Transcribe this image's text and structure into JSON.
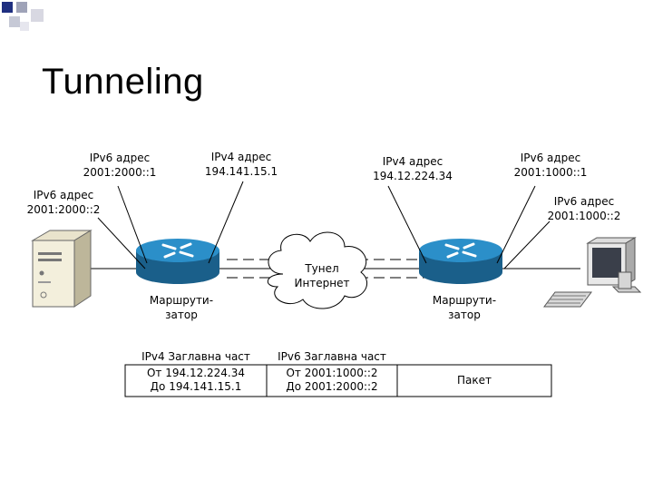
{
  "slide": {
    "title": "Tunneling"
  },
  "labels": {
    "left_ipv6_upper": [
      "IPv6 адрес",
      "2001:2000::1"
    ],
    "left_ipv6_lower": [
      "IPv6 адрес",
      "2001:2000::2"
    ],
    "left_ipv4": [
      "IPv4 адрес",
      "194.141.15.1"
    ],
    "right_ipv4": [
      "IPv4 адрес",
      "194.12.224.34"
    ],
    "right_ipv6_upper": [
      "IPv6 адрес",
      "2001:1000::1"
    ],
    "right_ipv6_lower": [
      "IPv6 адрес",
      "2001:1000::2"
    ],
    "tunnel": [
      "Тунел",
      "Интернет"
    ],
    "router_left": [
      "Маршрути-",
      "затор"
    ],
    "router_right": [
      "Маршрути-",
      "затор"
    ]
  },
  "packet": {
    "ipv4_header_caption": "IPv4 Заглавна част",
    "ipv6_header_caption": "IPv6 Заглавна част",
    "ipv4_from": "От 194.12.224.34",
    "ipv4_to": "До 194.141.15.1",
    "ipv6_from": "От 2001:1000::2",
    "ipv6_to": "До 2001:2000::2",
    "payload": "Пакет"
  },
  "colors": {
    "router_blue": "#2b8fc9",
    "router_dark": "#1a5f8a",
    "deco_blue": "#1f2f80",
    "deco_gray": "#9fa3b8"
  },
  "icons": [
    "server-icon",
    "router-icon",
    "cloud-icon",
    "workstation-icon"
  ]
}
